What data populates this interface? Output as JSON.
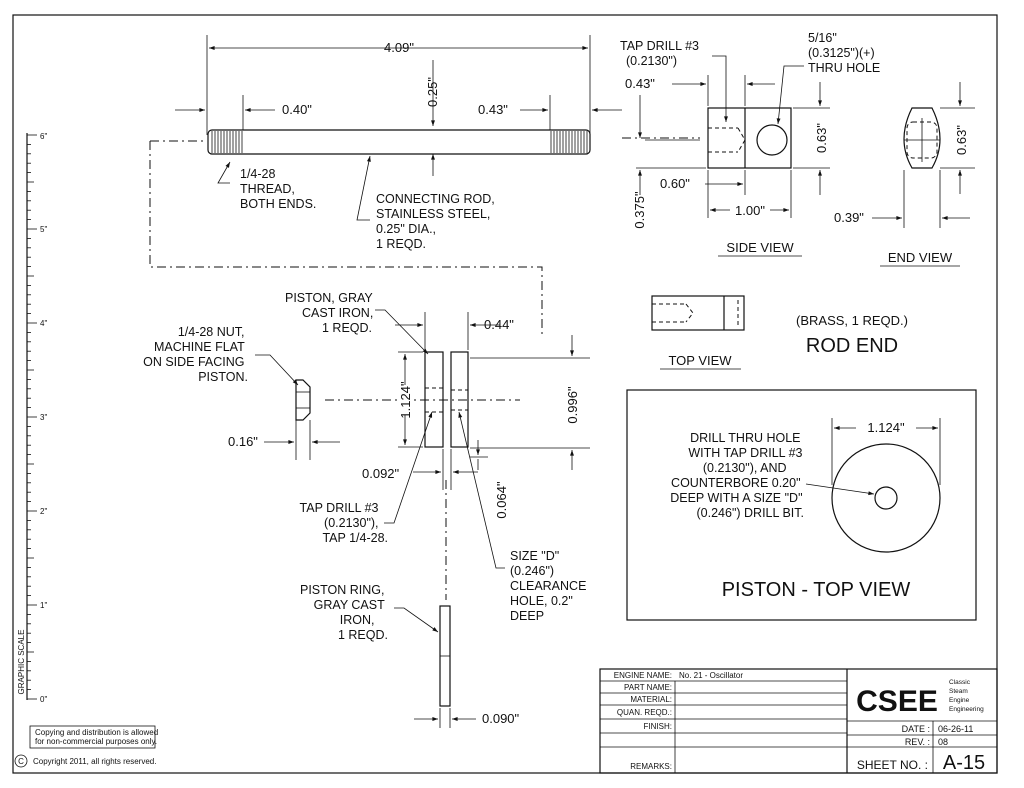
{
  "rod": {
    "overall_dim": "4.09\"",
    "dia_dim": "0.25\"",
    "left_thread_dim": "0.40\"",
    "right_thread_dim": "0.43\"",
    "thread_note": [
      "1/4-28",
      "THREAD,",
      "BOTH ENDS."
    ],
    "rod_note": [
      "CONNECTING ROD,",
      "STAINLESS STEEL,",
      "0.25\" DIA.,",
      "1 REQD."
    ]
  },
  "rod_end": {
    "tap_note": [
      "TAP DRILL #3",
      "(0.2130\")"
    ],
    "hole_note": [
      "5/16\"",
      "(0.3125\")(+)",
      "THRU HOLE"
    ],
    "dim_043": "0.43\"",
    "dim_063_side": "0.63\"",
    "dim_060": "0.60\"",
    "dim_0375": "0.375\"",
    "dim_100": "1.00\"",
    "side_view": "SIDE VIEW",
    "end_view": "END VIEW",
    "dim_063_end": "0.63\"",
    "dim_039": "0.39\"",
    "top_view": "TOP VIEW",
    "brass_note": "(BRASS, 1 REQD.)",
    "title": "ROD END"
  },
  "piston": {
    "piston_note": [
      "PISTON, GRAY",
      "CAST IRON,",
      "1 REQD."
    ],
    "dim_044": "0.44\"",
    "nut_note": [
      "1/4-28 NUT,",
      "MACHINE FLAT",
      "ON SIDE FACING",
      "PISTON."
    ],
    "dim_1124": "1.124\"",
    "dim_0996": "0.996\"",
    "dim_016": "0.16\"",
    "dim_0092": "0.092\"",
    "dim_0064": "0.064\"",
    "tap_note": [
      "TAP DRILL #3",
      "(0.2130\"),",
      "TAP 1/4-28."
    ],
    "size_note": [
      "SIZE \"D\"",
      "(0.246\")",
      "CLEARANCE",
      "HOLE, 0.2\"",
      "DEEP"
    ],
    "ring_note": [
      "PISTON RING,",
      "GRAY CAST",
      "IRON,",
      "1 REQD."
    ],
    "dim_0090": "0.090\""
  },
  "piston_top": {
    "dim_1124": "1.124\"",
    "drill_note": [
      "DRILL THRU HOLE",
      "WITH TAP DRILL #3",
      "(0.2130\"), AND",
      "COUNTERBORE 0.20\"",
      "DEEP WITH A SIZE \"D\"",
      "(0.246\") DRILL BIT."
    ],
    "title": "PISTON - TOP VIEW"
  },
  "scale": {
    "labels": [
      "6\"",
      "5\"",
      "4\"",
      "3\"",
      "2\"",
      "1\"",
      "0\""
    ],
    "caption": "GRAPHIC SCALE"
  },
  "footer": {
    "copy_note": [
      "Copying and distribution is allowed",
      "for non-commercial purposes only."
    ],
    "copyright_symbol": "C",
    "copyright": "Copyright 2011, all rights reserved."
  },
  "title_block": {
    "labels": [
      "ENGINE NAME:",
      "PART NAME:",
      "MATERIAL:",
      "QUAN. REQD.:",
      "FINISH:",
      "REMARKS:"
    ],
    "engine_name": "No. 21 - Oscillator",
    "logo": "CSEE",
    "logo_words": [
      "Classic",
      "Steam",
      "Engine",
      "Engineering"
    ],
    "date_label": "DATE :",
    "date_value": "06-26-11",
    "rev_label": "REV. :",
    "rev_value": "08",
    "sheet_label": "SHEET NO. :",
    "sheet_value": "A-15"
  }
}
